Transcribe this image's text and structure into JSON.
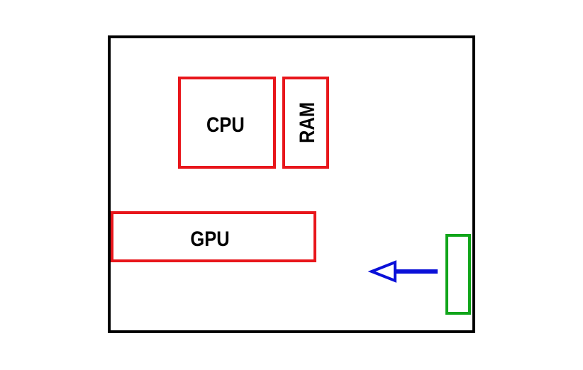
{
  "components": {
    "cpu": {
      "label": "CPU"
    },
    "ram": {
      "label": "RAM"
    },
    "gpu": {
      "label": "GPU"
    }
  },
  "colors": {
    "case": "#000000",
    "component": "#e8161b",
    "fan": "#10a51a",
    "airflow": "#0a10d8"
  }
}
